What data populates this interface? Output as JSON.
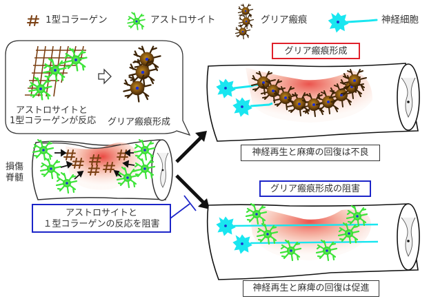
{
  "legend": {
    "collagen": "1型コラーゲン",
    "astrocyte": "アストロサイト",
    "glial_scar": "グリア瘢痕",
    "neuron": "神経細胞"
  },
  "inset": {
    "reaction_label_line1": "アストロサイトと",
    "reaction_label_line2": "1型コラーゲンが反応",
    "scar_formation_label": "グリア瘢痕形成"
  },
  "injured_cord": {
    "label_line1": "損傷",
    "label_line2": "脊髄"
  },
  "inhibition_box": {
    "line1": "アストロサイトと",
    "line2": "１型コラーゲンの反応を阻害"
  },
  "top_outcome": {
    "title": "グリア瘢痕形成",
    "result": "神経再生と麻痺の回復は不良"
  },
  "bottom_outcome": {
    "title": "グリア瘢痕形成の阻害",
    "result": "神経再生と麻痺の回復は促進"
  },
  "colors": {
    "collagen": "#7a3f12",
    "astrocyte": "#3ee43a",
    "nucleus": "#1d2fd0",
    "scar_cell": "#7a4d10",
    "neuron": "#19e6f0",
    "lesion": "#e8372f",
    "red_box": "#e0202a",
    "blue_box": "#1b24c8"
  }
}
